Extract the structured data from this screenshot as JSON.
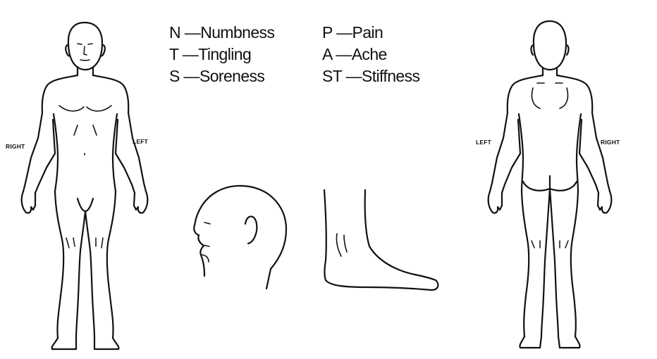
{
  "legend": [
    {
      "code": "N",
      "dash": "—",
      "meaning": "Numbness"
    },
    {
      "code": "T",
      "dash": "—",
      "meaning": "Tingling"
    },
    {
      "code": "S",
      "dash": "—",
      "meaning": "Soreness"
    },
    {
      "code": "P",
      "dash": "—",
      "meaning": "Pain"
    },
    {
      "code": "A",
      "dash": "—",
      "meaning": "Ache"
    },
    {
      "code": "ST",
      "dash": "—",
      "meaning": "Stiffness"
    }
  ],
  "labels": {
    "front_right": "RIGHT",
    "front_left": "LEFT",
    "back_left": "LEFT",
    "back_right": "RIGHT"
  },
  "colors": {
    "ink": "#111111",
    "paper": "#ffffff"
  }
}
